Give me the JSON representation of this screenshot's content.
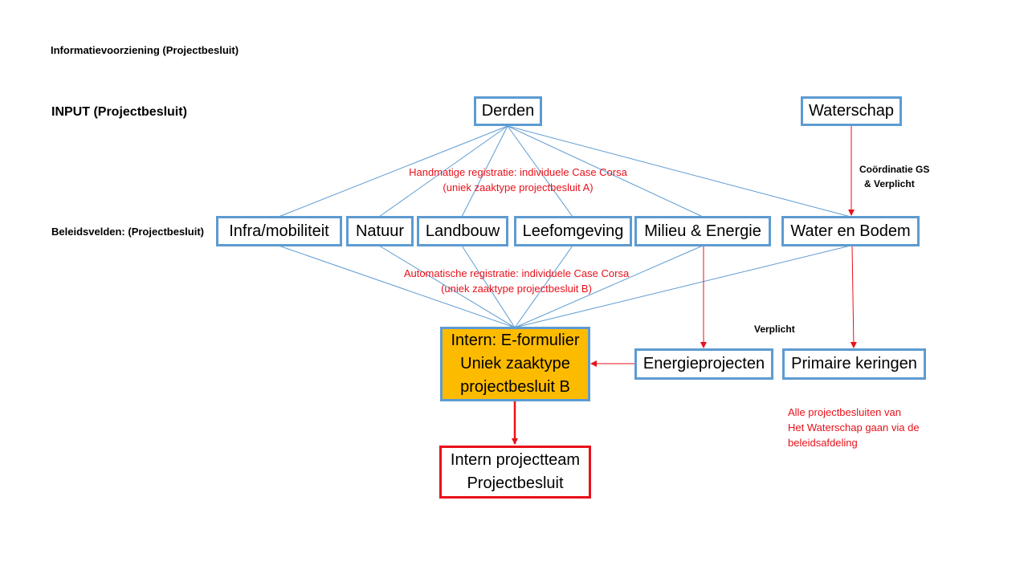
{
  "page_title": "Informatievoorziening (Projectbesluit)",
  "row_labels": {
    "input": "INPUT  (Projectbesluit)",
    "beleidsvelden": "Beleidsvelden:  (Projectbesluit)"
  },
  "nodes": {
    "derden": "Derden",
    "waterschap": "Waterschap",
    "infra": "Infra/mobiliteit",
    "natuur": "Natuur",
    "landbouw": "Landbouw",
    "leefomgeving": "Leefomgeving",
    "milieu": "Milieu & Energie",
    "water": "Water en Bodem",
    "eformulier": [
      "Intern: E-formulier",
      "Uniek zaaktype",
      "projectbesluit B"
    ],
    "energieprojecten": "Energieprojecten",
    "keringen": "Primaire keringen",
    "projectteam": [
      "Intern projectteam",
      "Projectbesluit"
    ]
  },
  "annotations": {
    "handmatig": [
      "Handmatige registratie: individuele Case Corsa",
      "(uniek zaaktype projectbesluit A)"
    ],
    "automatisch": [
      "Automatische registratie: individuele Case Corsa",
      "(uniek zaaktype projectbesluit B)"
    ],
    "coordinatie": [
      "Coördinatie GS",
      "& Verplicht"
    ],
    "verplicht": "Verplicht",
    "waterschap_note": [
      "Alle projectbesluiten van",
      "Het Waterschap gaan via de",
      "beleidsafdeling"
    ]
  },
  "colors": {
    "box_border": "#5d9bd1",
    "connector_blue": "#5d9bd1",
    "arrow_red": "#e8111a",
    "highlight_fill": "#fdbb00"
  }
}
